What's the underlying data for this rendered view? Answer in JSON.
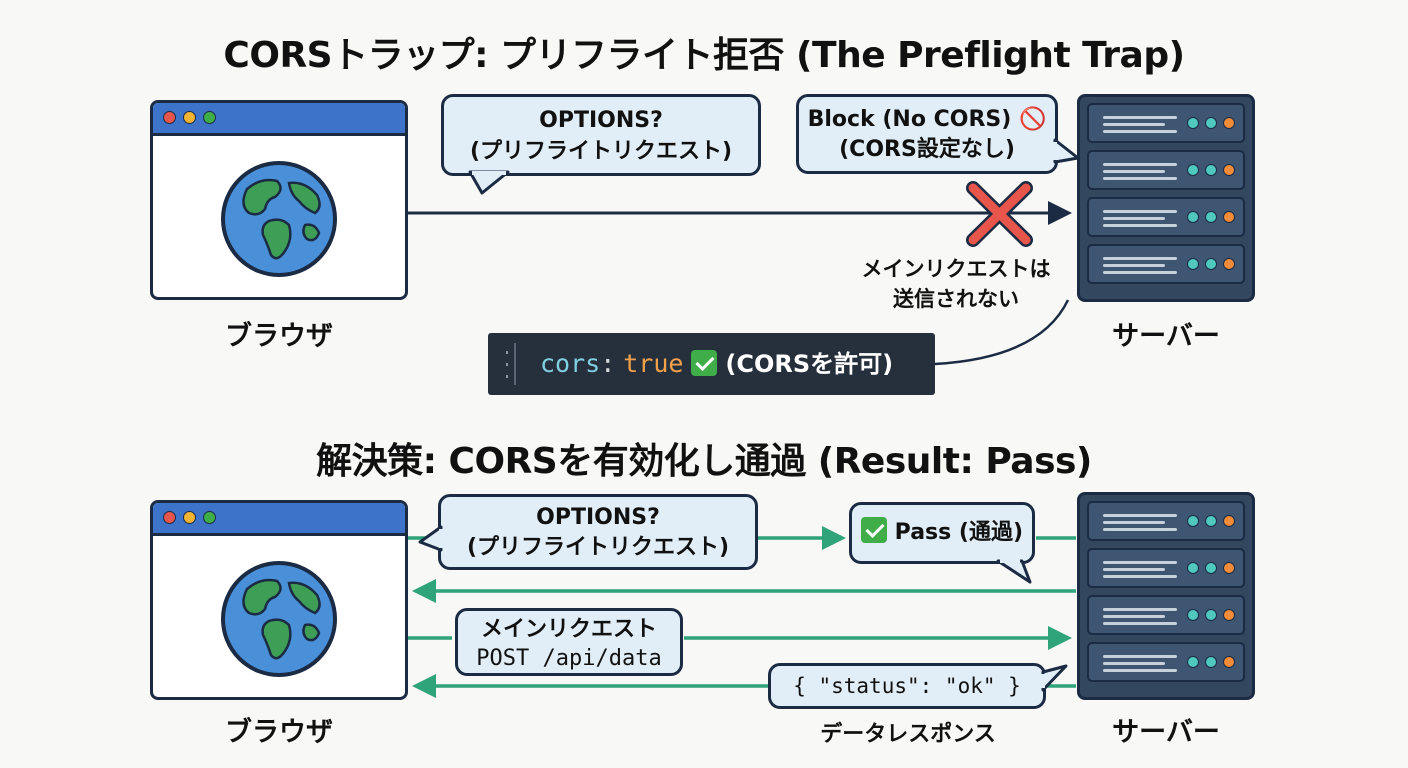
{
  "top": {
    "title": "CORSトラップ: プリフライト拒否 (The Preflight Trap)",
    "browser_label": "ブラウザ",
    "server_label": "サーバー",
    "options_bubble": [
      "OPTIONS?",
      "(プリフライトリクエスト)"
    ],
    "block_bubble": [
      "Block (No CORS) 🚫",
      "(CORS設定なし)"
    ],
    "note": [
      "メインリクエストは",
      "送信されない"
    ],
    "code": {
      "key": "cors",
      "colon": ":",
      "value": "true",
      "comment": "(CORSを許可)"
    }
  },
  "bottom": {
    "title": "解決策: CORSを有効化し通過 (Result: Pass)",
    "browser_label": "ブラウザ",
    "server_label": "サーバー",
    "options_bubble": [
      "OPTIONS?",
      "(プリフライトリクエスト)"
    ],
    "pass_bubble": "Pass (通過)",
    "main_bubble": [
      "メインリクエスト",
      "POST /api/data"
    ],
    "response_bubble": "{ \"status\": \"ok\" }",
    "response_label": "データレスポンス"
  },
  "colors": {
    "navy": "#1c2b44",
    "green": "#2fa37a",
    "bubble": "#e1eef7",
    "red": "#e8554b",
    "browser_bar": "#3d74c9"
  },
  "icons": [
    "globe-icon",
    "server-icon",
    "x-mark-icon",
    "check-icon",
    "prohibited-icon"
  ]
}
